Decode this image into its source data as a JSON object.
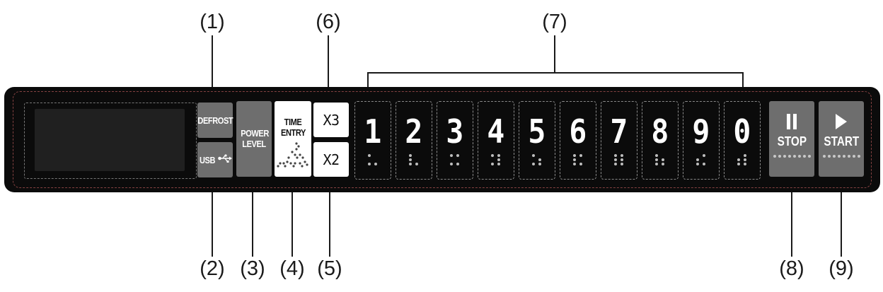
{
  "callouts": {
    "c1": "(1)",
    "c2": "(2)",
    "c3": "(3)",
    "c4": "(4)",
    "c5": "(5)",
    "c6": "(6)",
    "c7": "(7)",
    "c8": "(8)",
    "c9": "(9)"
  },
  "keys": {
    "defrost": "DEFROST",
    "usb": "USB",
    "power_level": "POWER LEVEL",
    "time_entry": "TIME ENTRY",
    "x3": "X3",
    "x2": "X2",
    "stop": "STOP",
    "start": "START"
  },
  "digits": [
    "1",
    "2",
    "3",
    "4",
    "5",
    "6",
    "7",
    "8",
    "9",
    "0"
  ],
  "icons": {
    "usb": "usb-icon",
    "pause": "pause-icon",
    "play": "play-icon"
  },
  "colors": {
    "panel": "#0b0b0b",
    "key_grey": "#6e6e6e",
    "key_white": "#ffffff",
    "stitch": "#9a4b4b"
  }
}
